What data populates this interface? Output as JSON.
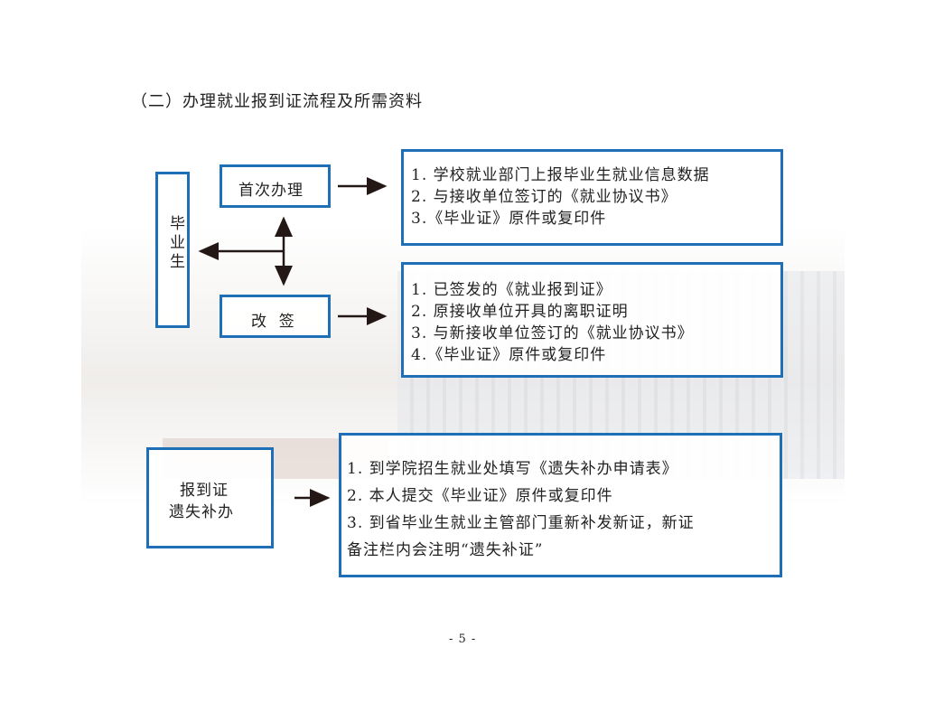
{
  "heading": "（二）办理就业报到证流程及所需资料",
  "graduate_label": "毕业生",
  "first_time": {
    "label": "首次办理",
    "items": [
      "1. 学校就业部门上报毕业生就业信息数据",
      "2. 与接收单位签订的《就业协议书》",
      "3.《毕业证》原件或复印件"
    ]
  },
  "reissue": {
    "label": "改  签",
    "items": [
      "1. 已签发的《就业报到证》",
      "2. 原接收单位开具的离职证明",
      "3. 与新接收单位签订的《就业协议书》",
      "4.《毕业证》原件或复印件"
    ]
  },
  "lost": {
    "label_line1": "报到证",
    "label_line2": "遗失补办",
    "items": [
      "1. 到学院招生就业处填写《遗失补办申请表》",
      "2. 本人提交《毕业证》原件或复印件",
      "3. 到省毕业生就业主管部门重新补发新证，新证",
      "备注栏内会注明“遗失补证”"
    ]
  },
  "page_number": "- 5 -",
  "colors": {
    "border": "#1e6fb5",
    "arrow": "#231815"
  }
}
